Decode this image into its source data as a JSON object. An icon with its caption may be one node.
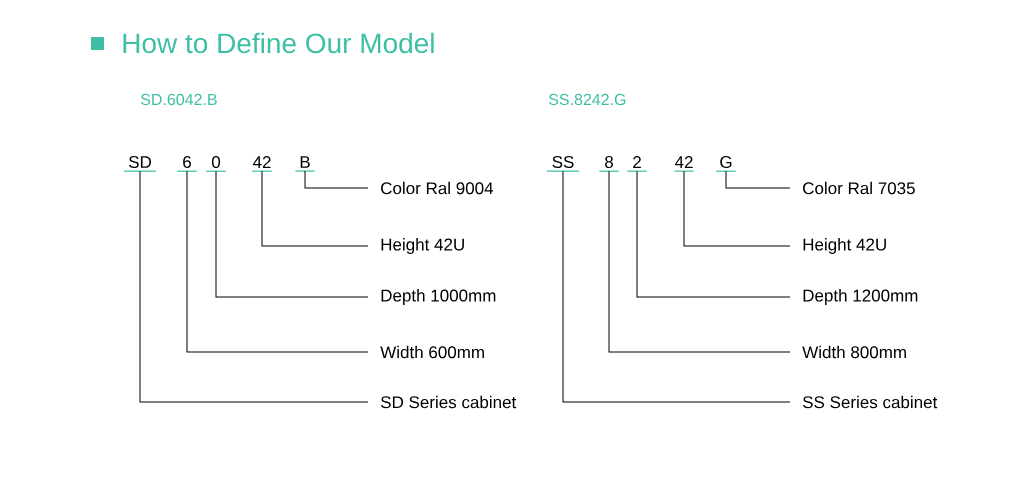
{
  "diagram": {
    "title": "How to Define Our Model",
    "nodes": [
      {
        "text": [
          "SD"
        ]
      },
      {
        "text": [
          "6"
        ]
      },
      {
        "text": [
          "0"
        ]
      },
      {
        "text": [
          "42"
        ]
      },
      {
        "text": [
          "B"
        ]
      },
      {
        "text": [
          "Color Ral 9004"
        ]
      },
      {
        "text": [
          "Height 42U"
        ]
      },
      {
        "text": [
          "Depth 1000mm"
        ]
      },
      {
        "text": [
          "Width 600mm"
        ]
      },
      {
        "text": [
          "SD Series cabinet"
        ]
      },
      {
        "text": [
          "SS"
        ]
      },
      {
        "text": [
          "8"
        ]
      },
      {
        "text": [
          "2"
        ]
      },
      {
        "text": [
          "42"
        ]
      },
      {
        "text": [
          "G"
        ]
      },
      {
        "text": [
          "Color Ral 7035"
        ]
      },
      {
        "text": [
          "Height 42U"
        ]
      },
      {
        "text": [
          "Depth 1200mm"
        ]
      },
      {
        "text": [
          "Width 800mm"
        ]
      },
      {
        "text": [
          "SS Series cabinet"
        ]
      }
    ],
    "edges": [
      {
        "from": 4,
        "to": 5,
        "arrow": "none"
      },
      {
        "from": 3,
        "to": 6,
        "arrow": "none"
      },
      {
        "from": 2,
        "to": 7,
        "arrow": "none"
      },
      {
        "from": 1,
        "to": 8,
        "arrow": "none"
      },
      {
        "from": 0,
        "to": 9,
        "arrow": "none"
      },
      {
        "from": 14,
        "to": 15,
        "arrow": "none"
      },
      {
        "from": 13,
        "to": 16,
        "arrow": "none"
      },
      {
        "from": 12,
        "to": 17,
        "arrow": "none"
      },
      {
        "from": 11,
        "to": 18,
        "arrow": "none"
      },
      {
        "from": 10,
        "to": 19,
        "arrow": "none"
      }
    ],
    "labels": [
      "SD.6042.B",
      "SS.8242.G"
    ]
  }
}
